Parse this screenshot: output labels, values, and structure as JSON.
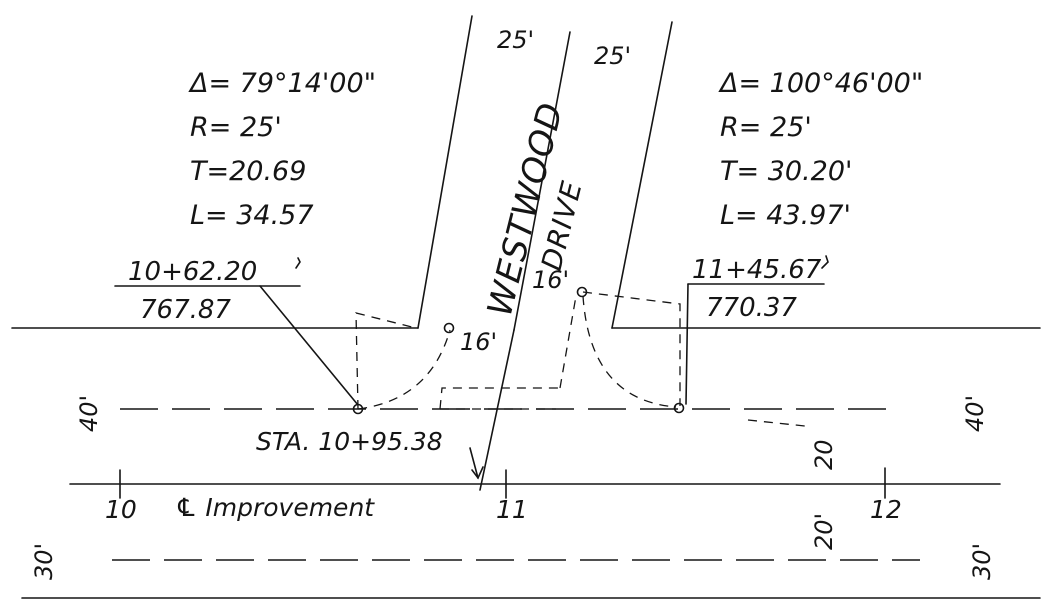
{
  "road_width_left": "25'",
  "road_width_right": "25'",
  "street_word1": "WESTWOOD",
  "street_word2": "DRIVE",
  "left_curve": {
    "delta": "Δ= 79°14'00\"",
    "radius": "R= 25'",
    "tangent": "T=20.69",
    "length": "L= 34.57"
  },
  "right_curve": {
    "delta": "Δ= 100°46'00\"",
    "radius": "R= 25'",
    "tangent": "T= 30.20'",
    "length": "L= 43.97'"
  },
  "left_station": "10+62.20",
  "left_elevation": "767.87",
  "right_station": "11+45.67",
  "right_elevation": "770.37",
  "return_left": "16'",
  "return_right": "16'",
  "station_label": "STA. 10+95.38",
  "station_10": "10",
  "station_11": "11",
  "station_12": "12",
  "centerline_label": "℄ Improvement",
  "dim_40_left": "40'",
  "dim_40_right": "40'",
  "dim_30_left": "30'",
  "dim_30_right": "30'",
  "dim_20_upper": "20",
  "dim_20_lower": "20'"
}
